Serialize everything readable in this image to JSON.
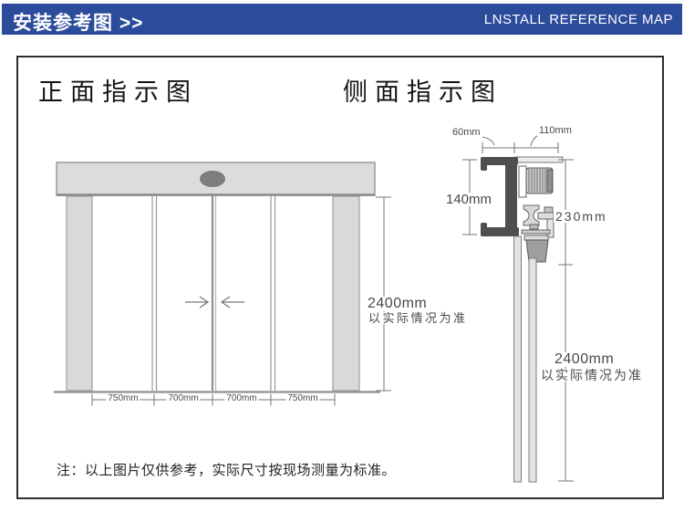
{
  "header": {
    "title_cn": "安装参考图 >>",
    "title_en": "LNSTALL REFERENCE MAP",
    "bar_color": "#2b4b9b"
  },
  "front_view": {
    "title": "正面指示图",
    "widths": [
      "750mm",
      "700mm",
      "700mm",
      "750mm"
    ],
    "height_label": "2400mm",
    "height_note": "以实际情况为准"
  },
  "side_view": {
    "title": "侧面指示图",
    "dim_top_left": "60mm",
    "dim_top_right": "110mm",
    "dim_left": "140mm",
    "dim_right": "230mm",
    "height_label": "2400mm",
    "height_note": "以实际情况为准"
  },
  "footnote": "注：以上图片仅供参考，实际尺寸按现场测量为标准。",
  "colors": {
    "line_gray": "#777777",
    "fill_light": "#d9d9d9",
    "bracket_dark": "#4f4f4f",
    "sensor_gray": "#7d7d7d"
  }
}
